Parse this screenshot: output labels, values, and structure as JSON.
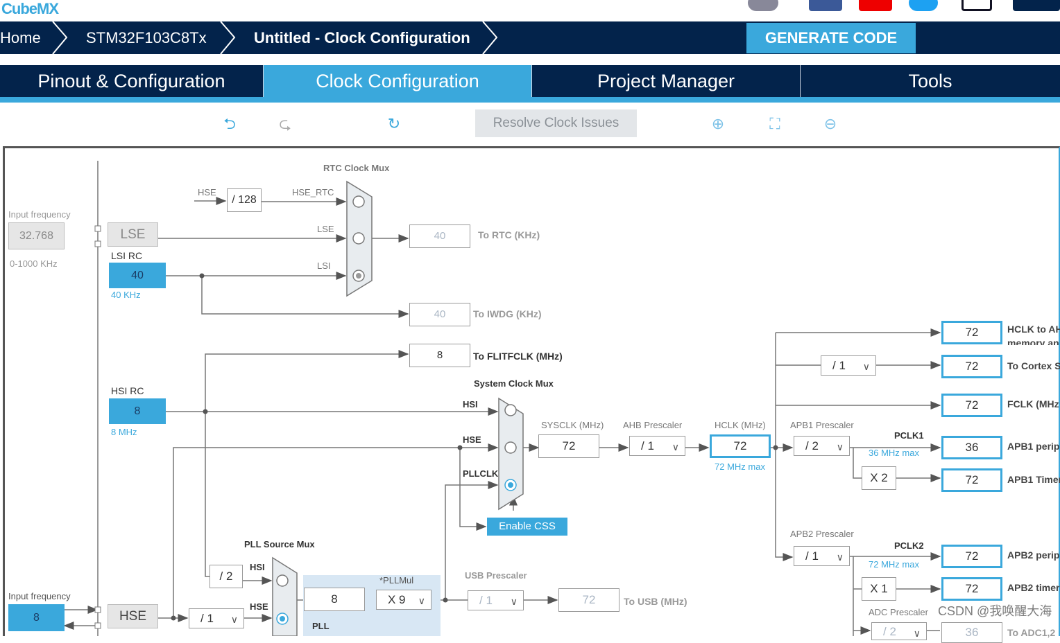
{
  "app": {
    "logo": "CubeMX"
  },
  "breadcrumb": [
    "Home",
    "STM32F103C8Tx",
    "Untitled - Clock Configuration"
  ],
  "generate_code": "GENERATE CODE",
  "tabs": [
    {
      "label": "Pinout & Configuration"
    },
    {
      "label": "Clock Configuration",
      "active": true
    },
    {
      "label": "Project Manager"
    },
    {
      "label": "Tools"
    }
  ],
  "toolbar": {
    "resolve": "Resolve Clock Issues",
    "icons": [
      "undo-icon",
      "redo-icon",
      "refresh-icon",
      "zoom-in-icon",
      "fit-icon",
      "zoom-out-icon"
    ]
  },
  "colors": {
    "accent": "#3aa8dc",
    "nav": "#03234b"
  },
  "lse_input": {
    "label": "Input frequency",
    "value": "32.768",
    "range": "0-1000 KHz",
    "block": "LSE"
  },
  "lsi": {
    "label": "LSI RC",
    "value": "40",
    "unit": "40 KHz"
  },
  "rtc": {
    "mux_label": "RTC Clock Mux",
    "hse": "HSE",
    "div": "/ 128",
    "hse_rtc": "HSE_RTC",
    "lse": "LSE",
    "lsi": "LSI",
    "out": "40",
    "out_label": "To RTC (KHz)"
  },
  "iwdg": {
    "out": "40",
    "label": "To IWDG (KHz)"
  },
  "flitf": {
    "out": "8",
    "label": "To FLITFCLK (MHz)"
  },
  "hsi": {
    "label": "HSI RC",
    "value": "8",
    "unit": "8 MHz"
  },
  "sysmux": {
    "label": "System Clock Mux",
    "hsi": "HSI",
    "hse": "HSE",
    "pllclk": "PLLCLK",
    "selected": "PLLCLK"
  },
  "css": "Enable CSS",
  "sysclk": {
    "label": "SYSCLK (MHz)",
    "value": "72"
  },
  "ahb": {
    "label": "AHB Prescaler",
    "value": "/ 1"
  },
  "hclk": {
    "label": "HCLK (MHz)",
    "value": "72",
    "max": "72 MHz max"
  },
  "apb1": {
    "label": "APB1 Prescaler",
    "value": "/ 2",
    "pclk": "PCLK1",
    "max": "36 MHz max",
    "timer_mul": "X 2"
  },
  "apb2": {
    "label": "APB2 Prescaler",
    "value": "/ 1",
    "pclk": "PCLK2",
    "max": "72 MHz max",
    "timer_mul": "X 1"
  },
  "cortex_div": "/ 1",
  "adc": {
    "label": "ADC Prescaler",
    "value": "/ 2",
    "out": "36",
    "out_label": "To ADC1,2"
  },
  "outputs": [
    {
      "value": "72",
      "label": "HCLK to AH",
      "label2": "memory an"
    },
    {
      "value": "72",
      "label": "To Cortex S"
    },
    {
      "value": "72",
      "label": "FCLK (MHz"
    },
    {
      "value": "36",
      "label": "APB1 perip"
    },
    {
      "value": "72",
      "label": "APB1 Timer"
    },
    {
      "value": "72",
      "label": "APB2 perip"
    },
    {
      "value": "72",
      "label": "APB2 timer"
    }
  ],
  "pllsrc": {
    "label": "PLL Source Mux",
    "div": "/ 2",
    "hsi": "HSI",
    "hse": "HSE",
    "selected": "HSE"
  },
  "pll": {
    "label": "PLL",
    "mul_label": "*PLLMul",
    "in": "8",
    "mul": "X 9"
  },
  "usb": {
    "label": "USB Prescaler",
    "value": "/ 1",
    "out": "72",
    "out_label": "To USB (MHz)"
  },
  "hse_input": {
    "label": "Input frequency",
    "value": "8",
    "block": "HSE",
    "div": "/ 1"
  },
  "watermark": "CSDN @我唤醒大海"
}
